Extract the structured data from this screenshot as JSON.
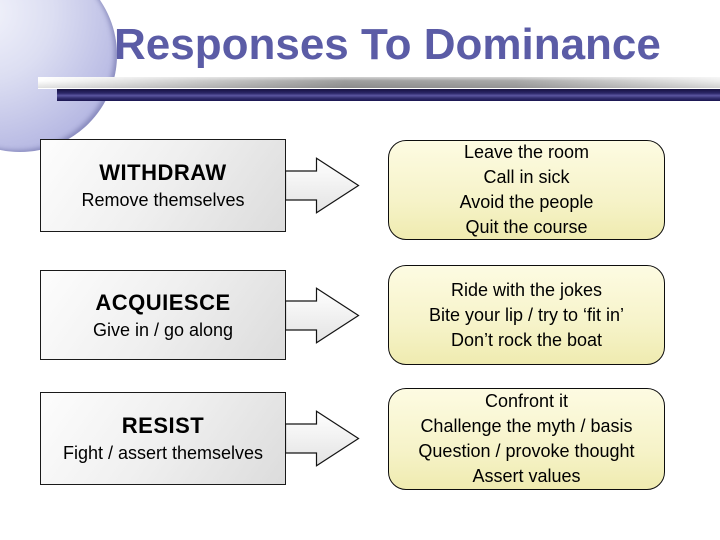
{
  "slide": {
    "title": "Responses To Dominance"
  },
  "rows": [
    {
      "label": "WITHDRAW",
      "sublabel": "Remove themselves",
      "arrow_icon": "right-block-arrow",
      "responses": [
        "Leave the room",
        "Call in sick",
        "Avoid the people",
        "Quit the course"
      ]
    },
    {
      "label": "ACQUIESCE",
      "sublabel": "Give in / go along",
      "arrow_icon": "right-block-arrow",
      "responses": [
        "Ride with the jokes",
        "Bite your lip / try to ‘fit in’",
        "Don’t rock the boat"
      ]
    },
    {
      "label": "RESIST",
      "sublabel": "Fight / assert themselves",
      "arrow_icon": "right-block-arrow",
      "responses": [
        "Confront it",
        "Challenge the myth / basis",
        "Question / provoke thought",
        "Assert values"
      ]
    }
  ],
  "colors": {
    "title_text": "#5b5ca6",
    "accent_navy": "#221d5c",
    "circle_lavender": "#b7b9e3",
    "category_box_gray": "#ececec",
    "responses_box_yellow": "#f6f3c9"
  }
}
